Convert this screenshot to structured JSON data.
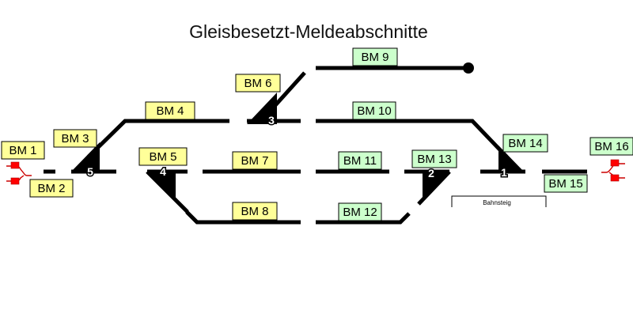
{
  "title": "Gleisbesetzt-Meldeabschnitte",
  "colors": {
    "yellow_label": "#ffff99",
    "green_label": "#ccffcc",
    "track": "#000000",
    "signal": "#ff0000"
  },
  "labels": [
    {
      "id": "bm1",
      "text": "BM 1",
      "color": "yellow"
    },
    {
      "id": "bm2",
      "text": "BM 2",
      "color": "yellow"
    },
    {
      "id": "bm3",
      "text": "BM 3",
      "color": "yellow"
    },
    {
      "id": "bm4",
      "text": "BM 4",
      "color": "yellow"
    },
    {
      "id": "bm5",
      "text": "BM 5",
      "color": "yellow"
    },
    {
      "id": "bm6",
      "text": "BM 6",
      "color": "yellow"
    },
    {
      "id": "bm7",
      "text": "BM 7",
      "color": "yellow"
    },
    {
      "id": "bm8",
      "text": "BM 8",
      "color": "yellow"
    },
    {
      "id": "bm9",
      "text": "BM 9",
      "color": "green"
    },
    {
      "id": "bm10",
      "text": "BM 10",
      "color": "green"
    },
    {
      "id": "bm11",
      "text": "BM 11",
      "color": "green"
    },
    {
      "id": "bm12",
      "text": "BM 12",
      "color": "green"
    },
    {
      "id": "bm13",
      "text": "BM 13",
      "color": "green"
    },
    {
      "id": "bm14",
      "text": "BM 14",
      "color": "green"
    },
    {
      "id": "bm15",
      "text": "BM 15",
      "color": "green"
    },
    {
      "id": "bm16",
      "text": "BM 16",
      "color": "green"
    }
  ],
  "switches": [
    "1",
    "2",
    "3",
    "4",
    "5"
  ],
  "platform": "Bahnsteig"
}
